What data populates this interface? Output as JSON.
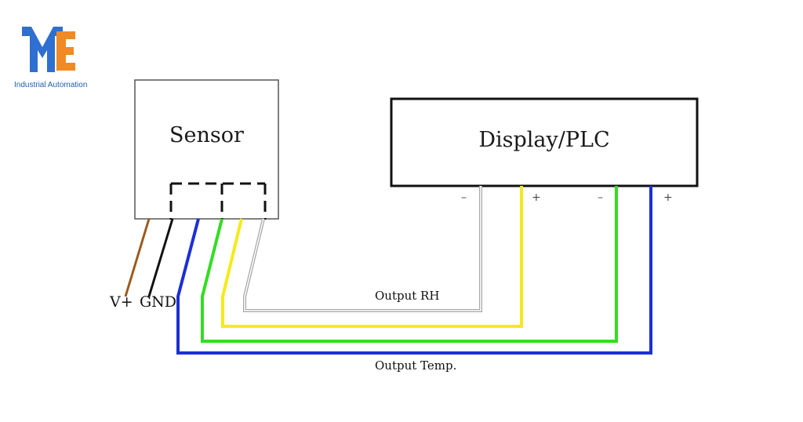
{
  "logo": {
    "icon": "mte-logo-icon",
    "caption": "Industrial Automation",
    "colors": {
      "blue": "#2f6fd1",
      "orange": "#f08a24"
    }
  },
  "sensor": {
    "label": "Sensor"
  },
  "display": {
    "label": "Display/PLC"
  },
  "terminals": {
    "rh_minus": "–",
    "rh_plus": "+",
    "temp_minus": "–",
    "temp_plus": "+"
  },
  "power": {
    "vplus_label": "V+",
    "gnd_label": "GND"
  },
  "outputs": {
    "rh_label": "Output RH",
    "temp_label": "Output Temp."
  },
  "wire_colors": {
    "vplus": "#9c5a1e",
    "gnd": "#111111",
    "temp_minus": "#33dd22",
    "temp_plus": "#1c2fd6",
    "rh_plus": "#f5ea1a",
    "rh_minus": "#a8a8a8"
  }
}
